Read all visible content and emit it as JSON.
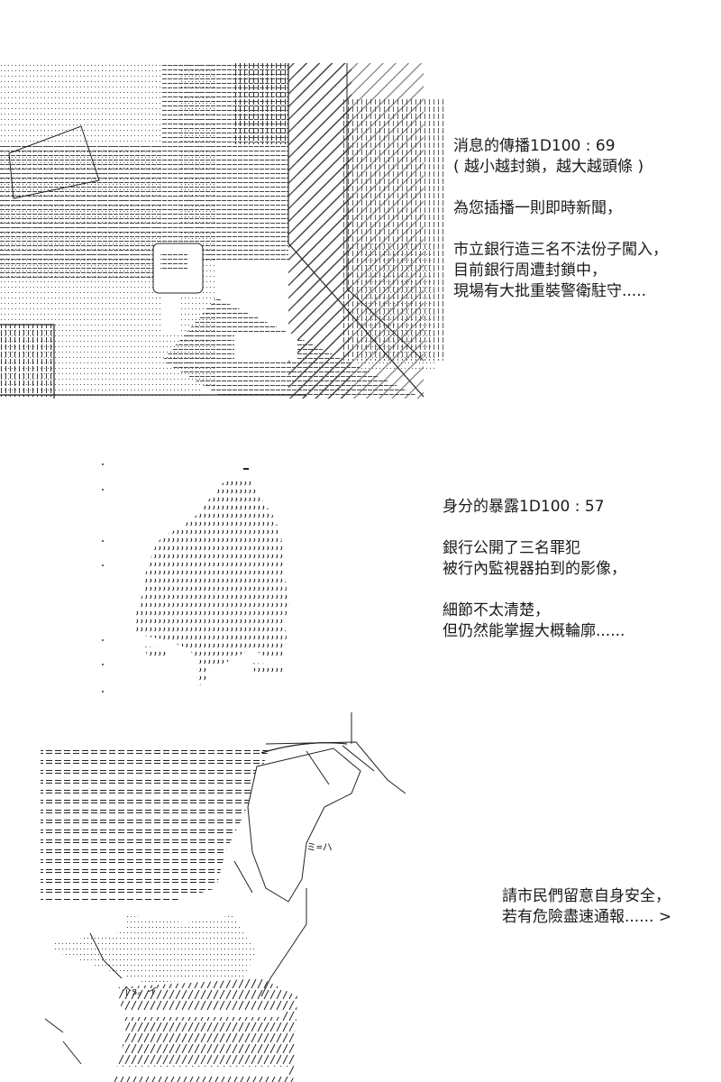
{
  "panel1": {
    "caption": {
      "roll_line": "消息的傳播1D100 : 69",
      "roll_note": "( 越小越封鎖，越大越頭條 )",
      "para1": [
        "為您插播一則即時新聞，"
      ],
      "para2": [
        "市立銀行造三名不法份子闖入，",
        "目前銀行周遭封鎖中，",
        "現場有大批重裝警衛駐守....."
      ]
    }
  },
  "panel2": {
    "caption": {
      "roll_line": "身分的暴露1D100 : 57",
      "para1": [
        "銀行公開了三名罪犯",
        "被行內監視器拍到的影像，"
      ],
      "para2": [
        "細節不太清楚，",
        "但仍然能掌握大概輪廓......"
      ]
    }
  },
  "panel3": {
    "caption": {
      "lines": [
        "請市民們留意自身安全，",
        "若有危險盡速通報...... >"
      ]
    }
  }
}
